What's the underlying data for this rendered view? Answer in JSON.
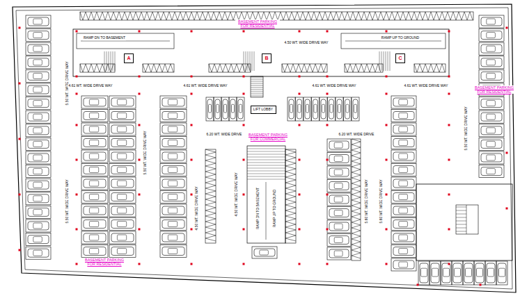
{
  "diagram": {
    "nodes": [
      {
        "text": [
          "A"
        ]
      },
      {
        "text": [
          "B"
        ]
      },
      {
        "text": [
          "C"
        ]
      },
      {
        "text": [
          "LIFT LOBBY"
        ]
      }
    ],
    "labels": [
      "BASEMENT PARKING FOR RESIDENTIAL",
      "RAMP DN TO BASEMENT",
      "RAMP UP TO GROUND",
      "4.50 WT. WIDE DRIVE WAY",
      "5.50 WT. WIDE DRIVE WAY",
      "4.61 WT. WIDE DRIVE WAY",
      "4.61 WT. WIDE DRIVE WAY",
      "4.61 WT. WIDE DRIVE WAY",
      "4.61 WT. WIDE DRIVE WAY",
      "5.50 WT. WIDE DRIVE WAY",
      "5.50 WT. WIDE DRIVE WAY",
      "4.50 WT. WIDE DRIVE WAY",
      "4.50 WT. WIDE DRIVE WAY",
      "6.20 WT. WIDE DRIVE",
      "6.20 WT. WIDE DRIVE",
      "5.60 WT. WIDE DRIVE WAY",
      "5.60 WT. WIDE DRIVE WAY",
      "5.50 WT. WIDE DRIVE WAY",
      "BASEMENT PARKING FOR RESIDENTIAL",
      "BASEMENT PARKING FOR COMMERCIAL",
      "BASEMENT PARKING FOR RESIDENTIAL",
      "RAMP DN TO BASEMENT",
      "RAMP UP TO GROUND"
    ]
  }
}
